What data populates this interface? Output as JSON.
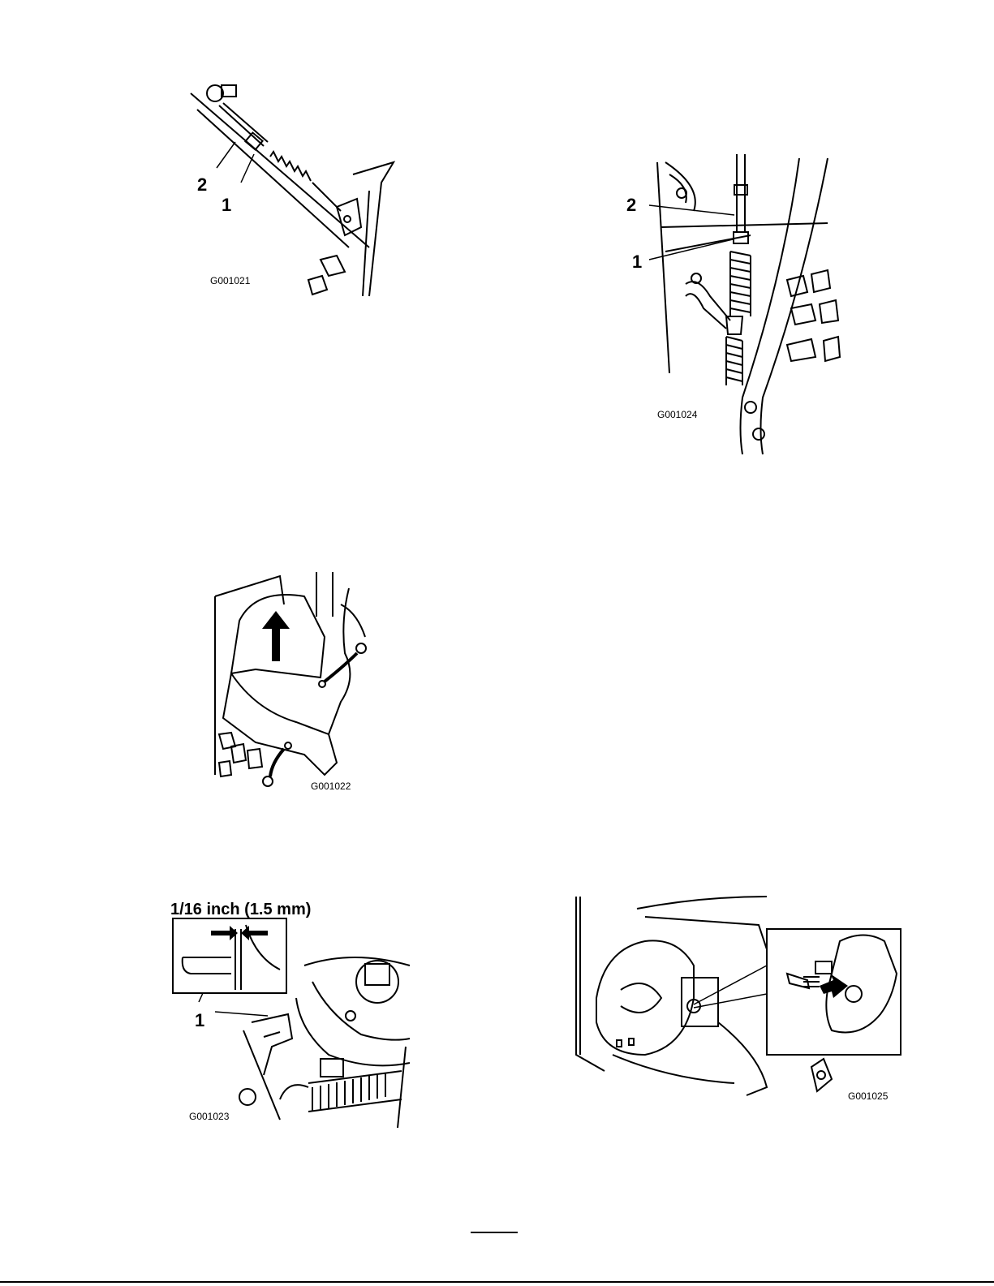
{
  "figures": [
    {
      "code": "G001021",
      "callouts": [
        "2",
        "1"
      ]
    },
    {
      "code": "G001024",
      "callouts": [
        "2",
        "1"
      ]
    },
    {
      "code": "G001022",
      "callouts": []
    },
    {
      "code": "G001023",
      "callouts": [
        "1"
      ],
      "dimension": "1/16 inch (1.5 mm)"
    },
    {
      "code": "G001025",
      "callouts": []
    }
  ]
}
